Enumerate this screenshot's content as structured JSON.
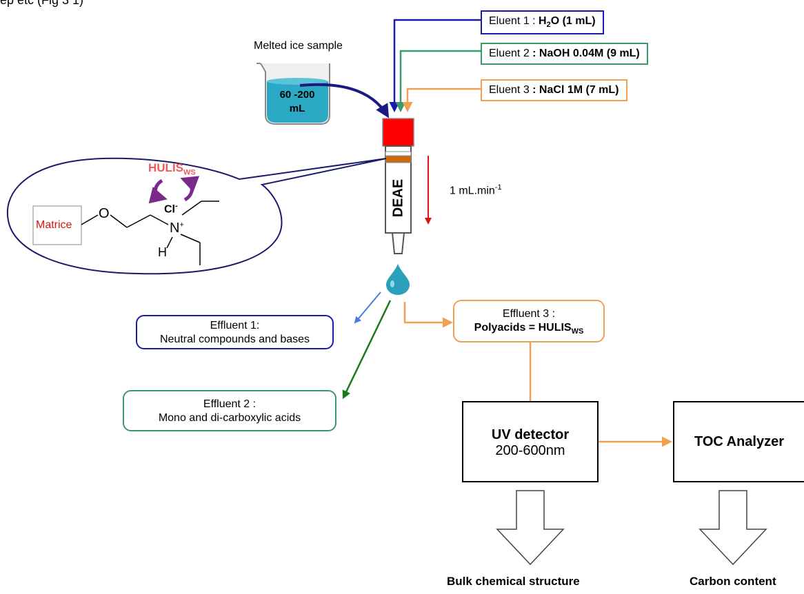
{
  "sample": {
    "label": "Melted ice sample",
    "volume_line1": "60 -200",
    "volume_line2": "mL"
  },
  "eluents": [
    {
      "prefix": "Eluent 1 : ",
      "bold_main": "H",
      "bold_sub": "2",
      "bold_rest": "O (1 mL)",
      "color": "#1a1aaa"
    },
    {
      "prefix": "Eluent 2 ",
      "bold_main": ": NaOH 0.04M (9 mL)",
      "color": "#3a9a6a"
    },
    {
      "prefix": "Eluent 3 ",
      "bold_main": ": NaCl 1M (7 mL)",
      "color": "#f0a050"
    }
  ],
  "column": {
    "label": "DEAE",
    "flow_prefix": "1 mL.min",
    "flow_sup": "-1"
  },
  "molecule": {
    "matrix": "Matrice",
    "hulis": "HULIS",
    "hulis_sub": "WS",
    "chloride": "Cl",
    "chloride_sup": "-",
    "nitrogen": "N",
    "n_charge": "+",
    "oxygen": "O",
    "hydrogen": "H"
  },
  "effluents": [
    {
      "title": "Effluent 1:",
      "text": "Neutral compounds and bases",
      "color": "#1a1aaa"
    },
    {
      "title": "Effluent 2 :",
      "text": "Mono and di-carboxylic acids",
      "color": "#3a9a6a"
    },
    {
      "title": "Effluent 3 :",
      "bold": "Polyacids = HULIS",
      "bold_sub": "WS",
      "color": "#f0a050"
    }
  ],
  "detectors": [
    {
      "title": "UV detector",
      "sub": "200-600nm"
    },
    {
      "title": "TOC Analyzer"
    }
  ],
  "outputs": {
    "uv": "Bulk chemical structure",
    "toc": "Carbon content"
  },
  "partial_text": "ep etc (Fig 3 1)",
  "colors": {
    "blue": "#1a1aaa",
    "green": "#3a9a6a",
    "orange": "#f0a050",
    "red": "#e01010",
    "water": "#2aa8c4",
    "cap": "#ff0000",
    "frit": "#c86a10"
  }
}
